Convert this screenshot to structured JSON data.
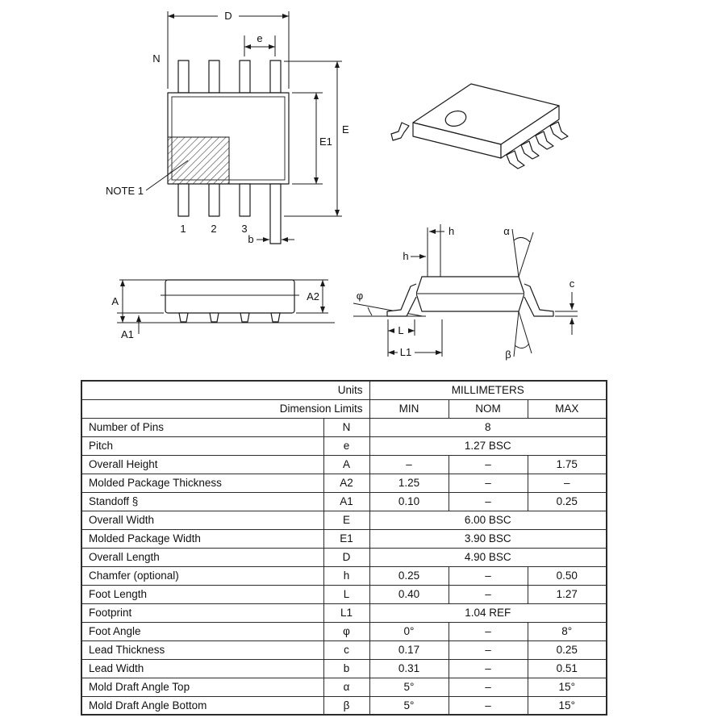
{
  "colors": {
    "line": "#1a1a1a",
    "text": "#111111",
    "background": "#ffffff"
  },
  "top_view": {
    "dim_d": "D",
    "dim_pitch_e": "e",
    "pin_count_n": "N",
    "dim_width_e": "E",
    "dim_body_width_e1": "E1",
    "note1": "NOTE 1",
    "dim_lead_width_b": "b",
    "pin_numbers": [
      "1",
      "2",
      "3"
    ]
  },
  "side_view": {
    "dim_height_a": "A",
    "dim_standoff_a1": "A1",
    "dim_thickness_a2": "A2"
  },
  "end_view": {
    "dim_chamfer_h_upper": "h",
    "dim_chamfer_h_lower": "h",
    "dim_draft_top_alpha": "α",
    "dim_lead_thickness_c": "c",
    "dim_foot_angle_phi": "φ",
    "dim_foot_length_l": "L",
    "dim_footprint_l1": "L1",
    "dim_draft_bottom_beta": "β"
  },
  "table": {
    "units_label": "Units",
    "units_value": "MILLIMETERS",
    "dimension_limits_label": "Dimension Limits",
    "columns": {
      "min": "MIN",
      "nom": "NOM",
      "max": "MAX"
    },
    "rows": [
      {
        "name": "Number of Pins",
        "symbol": "N",
        "span": "8"
      },
      {
        "name": "Pitch",
        "symbol": "e",
        "span": "1.27 BSC"
      },
      {
        "name": "Overall Height",
        "symbol": "A",
        "min": "–",
        "nom": "–",
        "max": "1.75"
      },
      {
        "name": "Molded Package Thickness",
        "symbol": "A2",
        "min": "1.25",
        "nom": "–",
        "max": "–"
      },
      {
        "name": "Standoff  §",
        "symbol": "A1",
        "min": "0.10",
        "nom": "–",
        "max": "0.25"
      },
      {
        "name": "Overall Width",
        "symbol": "E",
        "span": "6.00 BSC"
      },
      {
        "name": "Molded Package Width",
        "symbol": "E1",
        "span": "3.90 BSC"
      },
      {
        "name": "Overall Length",
        "symbol": "D",
        "span": "4.90 BSC"
      },
      {
        "name": "Chamfer (optional)",
        "symbol": "h",
        "min": "0.25",
        "nom": "–",
        "max": "0.50"
      },
      {
        "name": "Foot Length",
        "symbol": "L",
        "min": "0.40",
        "nom": "–",
        "max": "1.27"
      },
      {
        "name": "Footprint",
        "symbol": "L1",
        "span": "1.04 REF"
      },
      {
        "name": "Foot Angle",
        "symbol": "φ",
        "min": "0°",
        "nom": "–",
        "max": "8°"
      },
      {
        "name": "Lead Thickness",
        "symbol": "c",
        "min": "0.17",
        "nom": "–",
        "max": "0.25"
      },
      {
        "name": "Lead Width",
        "symbol": "b",
        "min": "0.31",
        "nom": "–",
        "max": "0.51"
      },
      {
        "name": "Mold Draft Angle Top",
        "symbol": "α",
        "min": "5°",
        "nom": "–",
        "max": "15°"
      },
      {
        "name": "Mold Draft Angle Bottom",
        "symbol": "β",
        "min": "5°",
        "nom": "–",
        "max": "15°"
      }
    ]
  }
}
